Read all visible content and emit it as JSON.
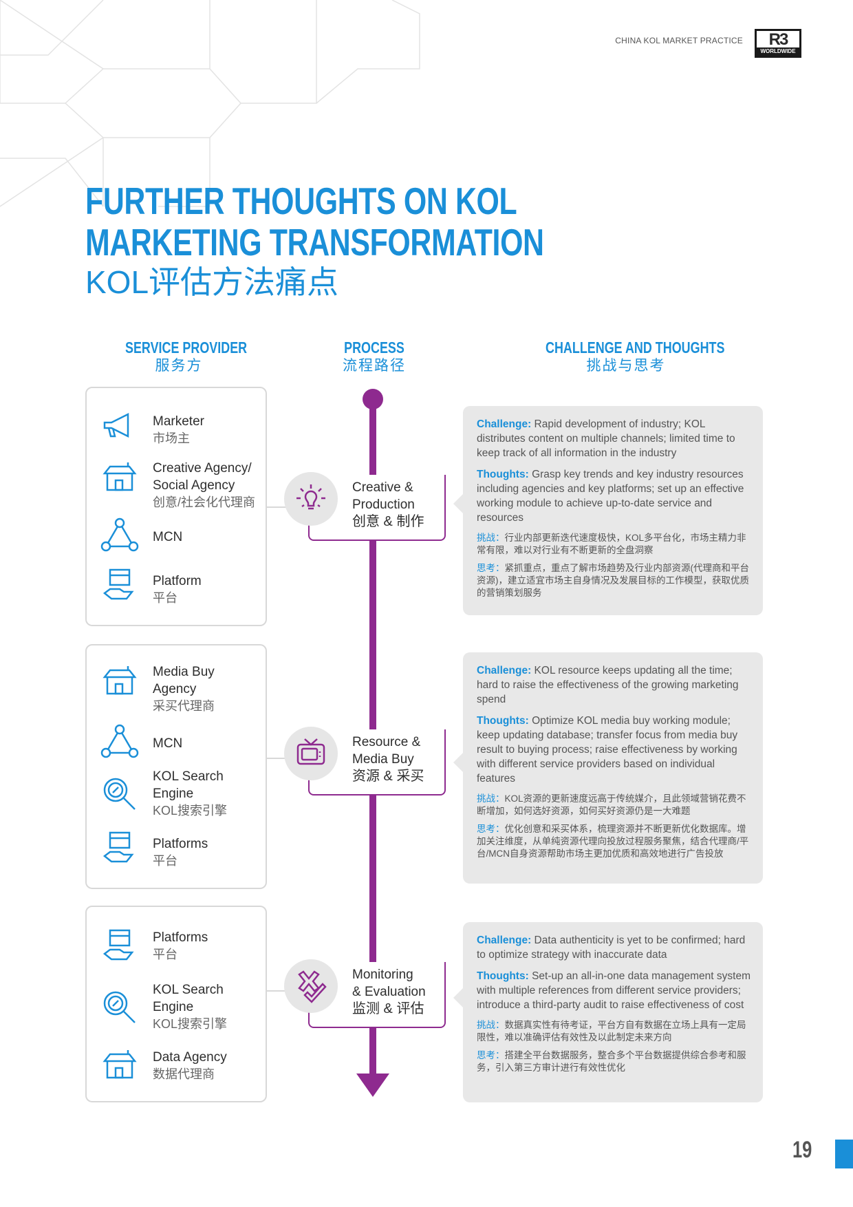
{
  "header": {
    "publication": "CHINA KOL MARKET PRACTICE",
    "logo_mark": "R3",
    "logo_sub": "WORLDWIDE"
  },
  "title": {
    "line1": "FURTHER THOUGHTS ON KOL",
    "line2": "MARKETING TRANSFORMATION",
    "cn": "KOL评估方法痛点"
  },
  "columns": {
    "provider": {
      "en": "SERVICE PROVIDER",
      "cn": "服务方"
    },
    "process": {
      "en": "PROCESS",
      "cn": "流程路径"
    },
    "challenge": {
      "en": "CHALLENGE AND THOUGHTS",
      "cn": "挑战与思考"
    }
  },
  "providers": [
    {
      "items": [
        {
          "icon": "megaphone-icon",
          "en": "Marketer",
          "cn": "市场主"
        },
        {
          "icon": "building-icon",
          "en": "Creative Agency/ Social Agency",
          "cn": "创意/社会化代理商"
        },
        {
          "icon": "network-icon",
          "en": "MCN",
          "cn": ""
        },
        {
          "icon": "platform-hand-icon",
          "en": "Platform",
          "cn": "平台"
        }
      ]
    },
    {
      "items": [
        {
          "icon": "building-icon",
          "en": "Media Buy Agency",
          "cn": "采买代理商"
        },
        {
          "icon": "network-icon",
          "en": "MCN",
          "cn": ""
        },
        {
          "icon": "magnifier-icon",
          "en": "KOL Search Engine",
          "cn": "KOL搜索引擎"
        },
        {
          "icon": "platform-hand-icon",
          "en": "Platforms",
          "cn": "平台"
        }
      ]
    },
    {
      "items": [
        {
          "icon": "platform-hand-icon",
          "en": "Platforms",
          "cn": "平台"
        },
        {
          "icon": "magnifier-icon",
          "en": "KOL Search Engine",
          "cn": "KOL搜索引擎"
        },
        {
          "icon": "building-icon",
          "en": "Data Agency",
          "cn": "数据代理商"
        }
      ]
    }
  ],
  "process": [
    {
      "icon": "lightbulb-icon",
      "en1": "Creative &",
      "en2": "Production",
      "cn": "创意 & 制作"
    },
    {
      "icon": "tv-icon",
      "en1": "Resource &",
      "en2": "Media Buy",
      "cn": "资源 & 采买"
    },
    {
      "icon": "check-cross-icon",
      "en1": "Monitoring",
      "en2": "& Evaluation",
      "cn": "监测 & 评估"
    }
  ],
  "challenges": [
    {
      "challenge_label": "Challenge:",
      "challenge": "Rapid development of industry; KOL distributes content on multiple channels; limited time to keep track of all information in the industry",
      "thoughts_label": "Thoughts:",
      "thoughts": "Grasp key trends and key industry resources including agencies and key platforms; set up an effective working module to achieve up-to-date service and resources",
      "cn_challenge_label": "挑战：",
      "cn_challenge": "行业内部更新迭代速度极快，KOL多平台化，市场主精力非常有限，难以对行业有不断更新的全盘洞察",
      "cn_thoughts_label": "思考：",
      "cn_thoughts": "紧抓重点，重点了解市场趋势及行业内部资源(代理商和平台资源)，建立适宜市场主自身情况及发展目标的工作模型，获取优质的营销策划服务"
    },
    {
      "challenge_label": "Challenge:",
      "challenge": "KOL resource keeps updating all the time; hard to raise the effectiveness of the growing marketing spend",
      "thoughts_label": "Thoughts:",
      "thoughts": "Optimize KOL media buy working module; keep updating database; transfer focus from media buy result to buying process; raise effectiveness by working with different service providers based on individual features",
      "cn_challenge_label": "挑战：",
      "cn_challenge": "KOL资源的更新速度远高于传统媒介，且此领域营销花费不断增加，如何选好资源，如何买好资源仍是一大难题",
      "cn_thoughts_label": "思考：",
      "cn_thoughts": "优化创意和采买体系，梳理资源并不断更新优化数据库。增加关注维度，从单纯资源代理向投放过程服务聚焦，结合代理商/平台/MCN自身资源帮助市场主更加优质和高效地进行广告投放"
    },
    {
      "challenge_label": "Challenge:",
      "challenge": "Data authenticity is yet to be confirmed; hard to optimize strategy with inaccurate data",
      "thoughts_label": "Thoughts:",
      "thoughts": "Set-up an all-in-one data management system with multiple references from different service providers; introduce a third-party audit to raise effectiveness of cost",
      "cn_challenge_label": "挑战：",
      "cn_challenge": "数据真实性有待考证，平台方自有数据在立场上具有一定局限性，难以准确评估有效性及以此制定未来方向",
      "cn_thoughts_label": "思考：",
      "cn_thoughts": "搭建全平台数据服务，整合多个平台数据提供综合参考和服务，引入第三方审计进行有效性优化"
    }
  ],
  "footer": {
    "page_number": "19"
  },
  "colors": {
    "blue": "#1a8fd8",
    "purple": "#8e2a8f",
    "grey_box": "#e8e8e8"
  }
}
